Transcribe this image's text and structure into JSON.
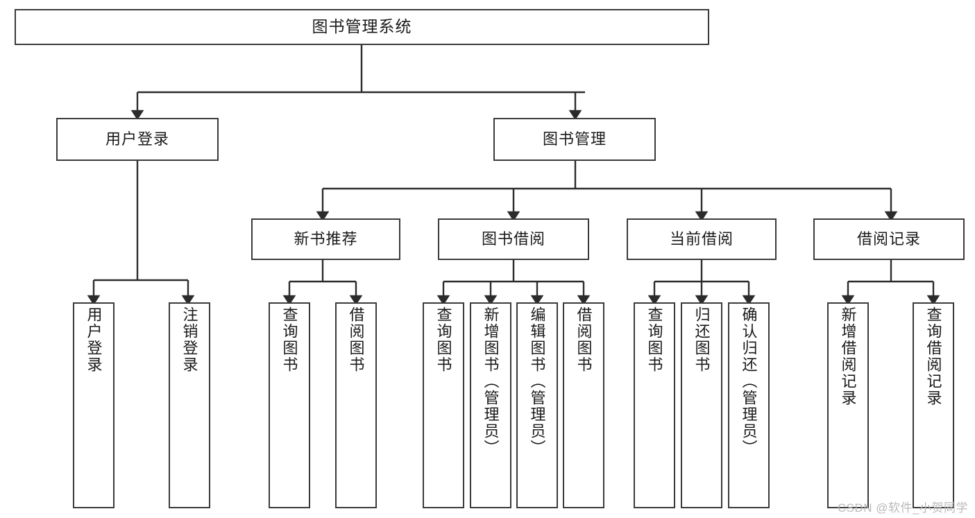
{
  "diagram": {
    "title": "图书管理系统",
    "type": "tree-hierarchy",
    "watermark": "CSDN @软件_小贺同学",
    "colors": {
      "node_border": "#3a3a3a",
      "node_fill": "#ffffff",
      "edge": "#2b2b2b",
      "text": "#1a1a1a",
      "watermark": "#b9b9b9",
      "background": "#ffffff"
    },
    "nodes": {
      "root": {
        "label": "图书管理系统"
      },
      "level2": [
        {
          "label": "用户登录"
        },
        {
          "label": "图书管理"
        }
      ],
      "level3": [
        {
          "label": "新书推荐"
        },
        {
          "label": "图书借阅"
        },
        {
          "label": "当前借阅"
        },
        {
          "label": "借阅记录"
        }
      ],
      "leaves": {
        "user_login": [
          {
            "label": "用户登录"
          },
          {
            "label": "注销登录"
          }
        ],
        "new_book_recommend": [
          {
            "label": "查询图书"
          },
          {
            "label": "借阅图书"
          }
        ],
        "book_borrow": [
          {
            "label": "查询图书"
          },
          {
            "label": "新增图书（管理员）"
          },
          {
            "label": "编辑图书（管理员）"
          },
          {
            "label": "借阅图书"
          }
        ],
        "current_borrow": [
          {
            "label": "查询图书"
          },
          {
            "label": "归还图书"
          },
          {
            "label": "确认归还（管理员）"
          }
        ],
        "borrow_record": [
          {
            "label": "新增借阅记录"
          },
          {
            "label": "查询借阅记录"
          }
        ]
      }
    }
  }
}
